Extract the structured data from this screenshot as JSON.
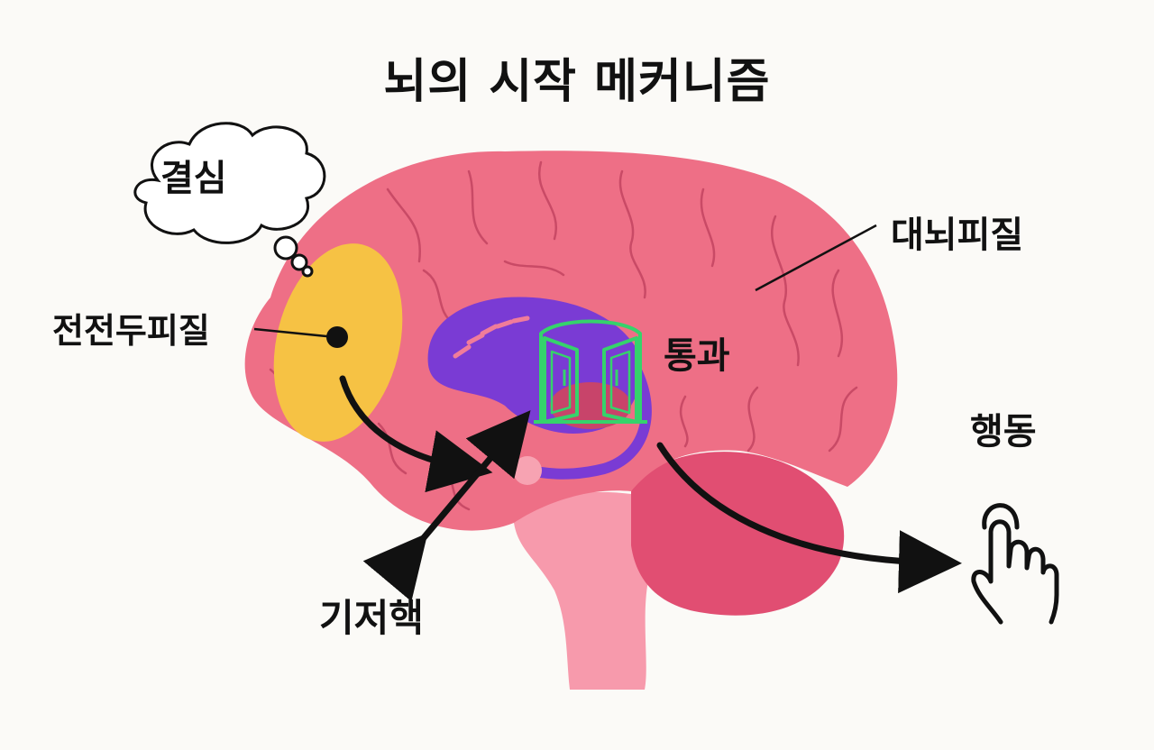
{
  "title": "뇌의 시작 메커니즘",
  "labels": {
    "resolve": "결심",
    "prefrontal_cortex": "전전두피질",
    "pass_through": "통과",
    "cerebral_cortex": "대뇌피질",
    "action": "행동",
    "basal_ganglia": "기저핵"
  },
  "colors": {
    "background": "#fbfaf7",
    "brain": "#ee6f86",
    "brain_folds": "#c94a66",
    "cerebellum": "#e14e72",
    "brainstem": "#f79aac",
    "prefrontal": "#f6c244",
    "basal_ganglia": "#7a3bd4",
    "gate": "#35d36b",
    "text": "#111111"
  },
  "icons": [
    "thought-cloud-icon",
    "gate-icon",
    "pointing-hand-icon"
  ]
}
